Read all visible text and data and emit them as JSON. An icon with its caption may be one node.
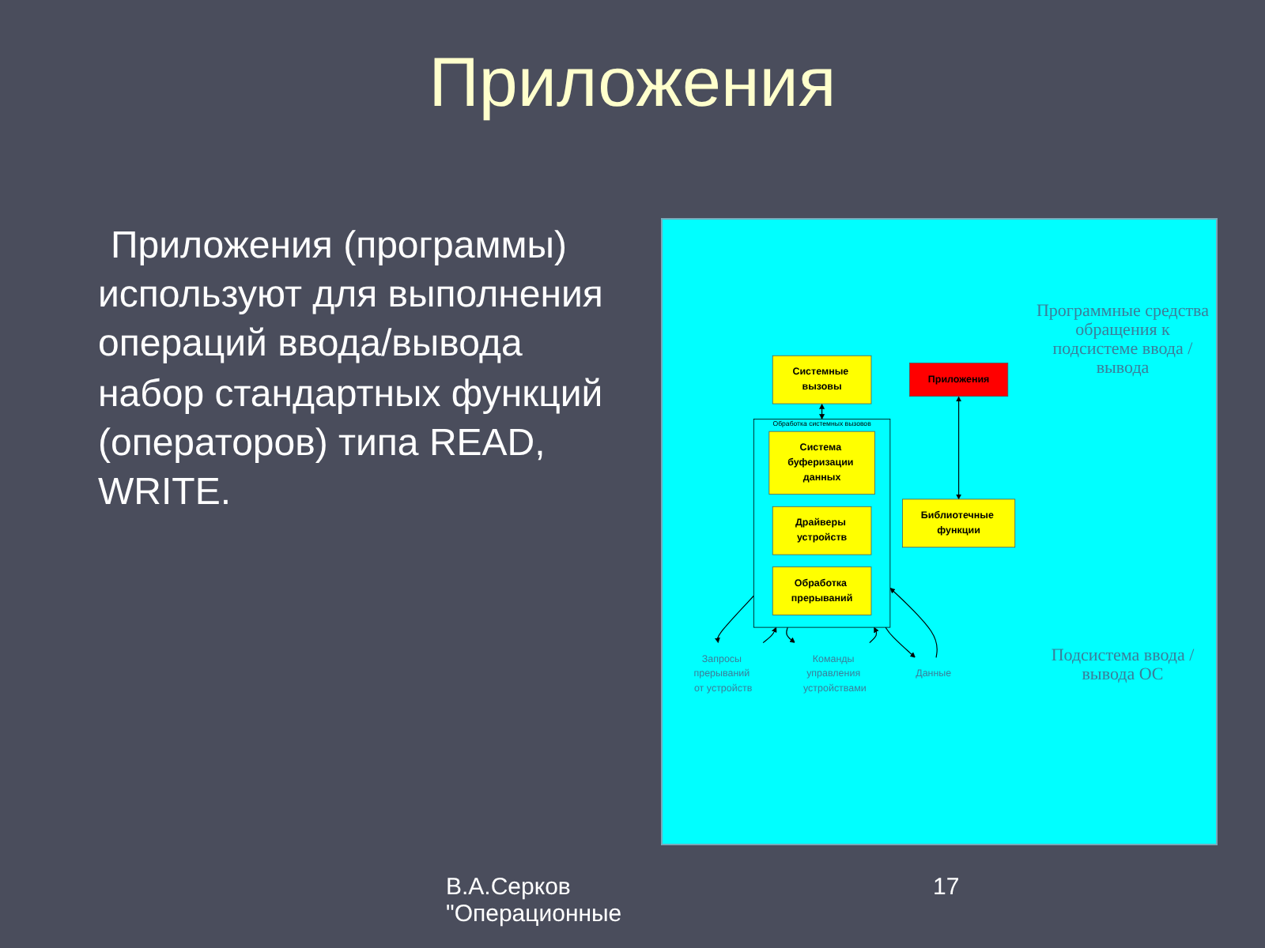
{
  "diagram": {
    "title": "Приложения",
    "nodes": [
      {
        "text": [
          "Приложения"
        ]
      },
      {
        "text": [
          "Библиотечные функции"
        ]
      },
      {
        "text": [
          "Системные вызовы"
        ]
      },
      {
        "text": [
          "Обработка системных вызовов"
        ]
      },
      {
        "text": [
          "Система буферизации данных"
        ],
        "in": 3
      },
      {
        "text": [
          "Драйверы устройств"
        ],
        "in": 3
      },
      {
        "text": [
          "Обработка прерываний"
        ],
        "in": 3
      },
      {
        "text": [
          "Запросы прерываний от устройств"
        ]
      },
      {
        "text": [
          "Команды управления устройствами"
        ]
      },
      {
        "text": [
          "Данные"
        ]
      }
    ],
    "edges": [
      {
        "from": 0,
        "to": 1,
        "arrow": "both"
      },
      {
        "from": 2,
        "to": 3,
        "arrow": "both"
      },
      {
        "from": 7,
        "to": 3,
        "arrow": "to"
      },
      {
        "from": 3,
        "to": 7,
        "arrow": "to"
      },
      {
        "from": 8,
        "to": 3,
        "arrow": "to"
      },
      {
        "from": 3,
        "to": 8,
        "arrow": "to"
      },
      {
        "from": 9,
        "to": 3,
        "arrow": "to"
      },
      {
        "from": 3,
        "to": 9,
        "arrow": "to"
      }
    ],
    "labels": [
      "Приложения (программы) используют для выполнения операций ввода/вывода набор стандартных функций (операторов) типа READ, WRITE.",
      "Программные средства обращения к подсистеме ввода / вывода",
      "Подсистема ввода / вывода ОС",
      "В.А.Серков \"Операционные",
      "17"
    ]
  }
}
